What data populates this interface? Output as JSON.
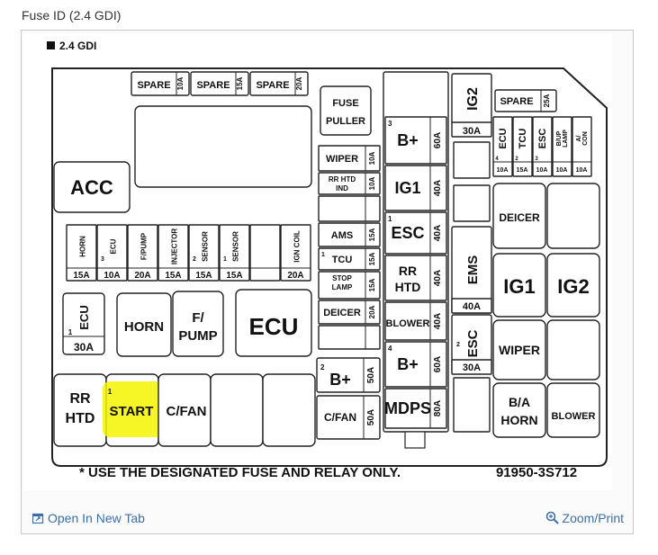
{
  "page": {
    "title": "Fuse ID (2.4 GDI)"
  },
  "diagram": {
    "heading": "2.4 GDI",
    "note": "* USE THE DESIGNATED FUSE AND RELAY ONLY.",
    "part_number": "91950-3S712",
    "highlight_color": "#f5f500",
    "spare_fuses": [
      {
        "label": "SPARE",
        "amp": "10A"
      },
      {
        "label": "SPARE",
        "amp": "15A"
      },
      {
        "label": "SPARE",
        "amp": "20A"
      }
    ],
    "fuse_puller": [
      "FUSE",
      "PULLER"
    ],
    "acc": "ACC",
    "mini_fuses_left": [
      {
        "label": "HORN",
        "prefix": "",
        "amp": "15A"
      },
      {
        "label": "ECU",
        "prefix": "3",
        "amp": "10A"
      },
      {
        "label": "F/PUMP",
        "prefix": "",
        "amp": "20A"
      },
      {
        "label": "INJECTOR",
        "prefix": "",
        "amp": "15A"
      },
      {
        "label": "SENSOR",
        "prefix": "2",
        "amp": "15A"
      },
      {
        "label": "SENSOR",
        "prefix": "1",
        "amp": "15A"
      },
      {
        "label": "",
        "prefix": "",
        "amp": ""
      },
      {
        "label": "IGN COIL",
        "prefix": "",
        "amp": "20A"
      }
    ],
    "ecu1": {
      "prefix": "1",
      "label": "ECU",
      "amp": "30A"
    },
    "relays_mid": [
      "HORN",
      "F/ PUMP",
      "ECU"
    ],
    "relays_bottom": [
      {
        "label": "RR HTD",
        "prefix": ""
      },
      {
        "label": "START",
        "prefix": "1"
      },
      {
        "label": "C/FAN",
        "prefix": ""
      }
    ],
    "center_fuses": [
      {
        "label": "WIPER",
        "amp": "10A"
      },
      {
        "label": "RR HTD IND",
        "amp": "10A"
      },
      {
        "label": "",
        "amp": ""
      },
      {
        "label": "AMS",
        "amp": "15A"
      },
      {
        "label": "TCU",
        "prefix": "1",
        "amp": "15A"
      },
      {
        "label": "STOP LAMP",
        "amp": "15A"
      },
      {
        "label": "DEICER",
        "amp": "20A"
      },
      {
        "label": "",
        "amp": ""
      }
    ],
    "b_plus_2": {
      "prefix": "2",
      "label": "B+",
      "amp": "50A"
    },
    "c_fan": {
      "label": "C/FAN",
      "amp": "50A"
    },
    "big_fuses": [
      {
        "prefix": "3",
        "label": "B+",
        "amp": "60A"
      },
      {
        "prefix": "",
        "label": "IG1",
        "amp": "40A"
      },
      {
        "prefix": "1",
        "label": "ESC",
        "amp": "40A"
      },
      {
        "prefix": "",
        "label": "RR HTD",
        "amp": "40A"
      },
      {
        "prefix": "",
        "label": "BLOWER",
        "amp": "40A"
      },
      {
        "prefix": "4",
        "label": "B+",
        "amp": "60A"
      },
      {
        "prefix": "",
        "label": "MDPS",
        "amp": "80A"
      }
    ],
    "ig2": {
      "label": "IG2",
      "amp": "30A"
    },
    "ems": {
      "label": "EMS",
      "amp": "40A"
    },
    "esc2": {
      "prefix": "2",
      "label": "ESC",
      "amp": "30A"
    },
    "spare_right": {
      "label": "SPARE",
      "amp": "25A"
    },
    "mini_fuses_right": [
      {
        "label": "ECU",
        "prefix": "4",
        "amp": "10A"
      },
      {
        "label": "TCU",
        "prefix": "2",
        "amp": "15A"
      },
      {
        "label": "ESC",
        "prefix": "3",
        "amp": "10A"
      },
      {
        "label": "B/UP LAMP",
        "prefix": "",
        "amp": "10A"
      },
      {
        "label": "A/ CON",
        "prefix": "",
        "amp": "10A"
      }
    ],
    "relays_right": [
      "DEICER",
      "IG1",
      "IG2",
      "WIPER",
      "B/A HORN",
      "BLOWER"
    ]
  },
  "links": {
    "open_new_tab": "Open In New Tab",
    "zoom_print": "Zoom/Print"
  }
}
